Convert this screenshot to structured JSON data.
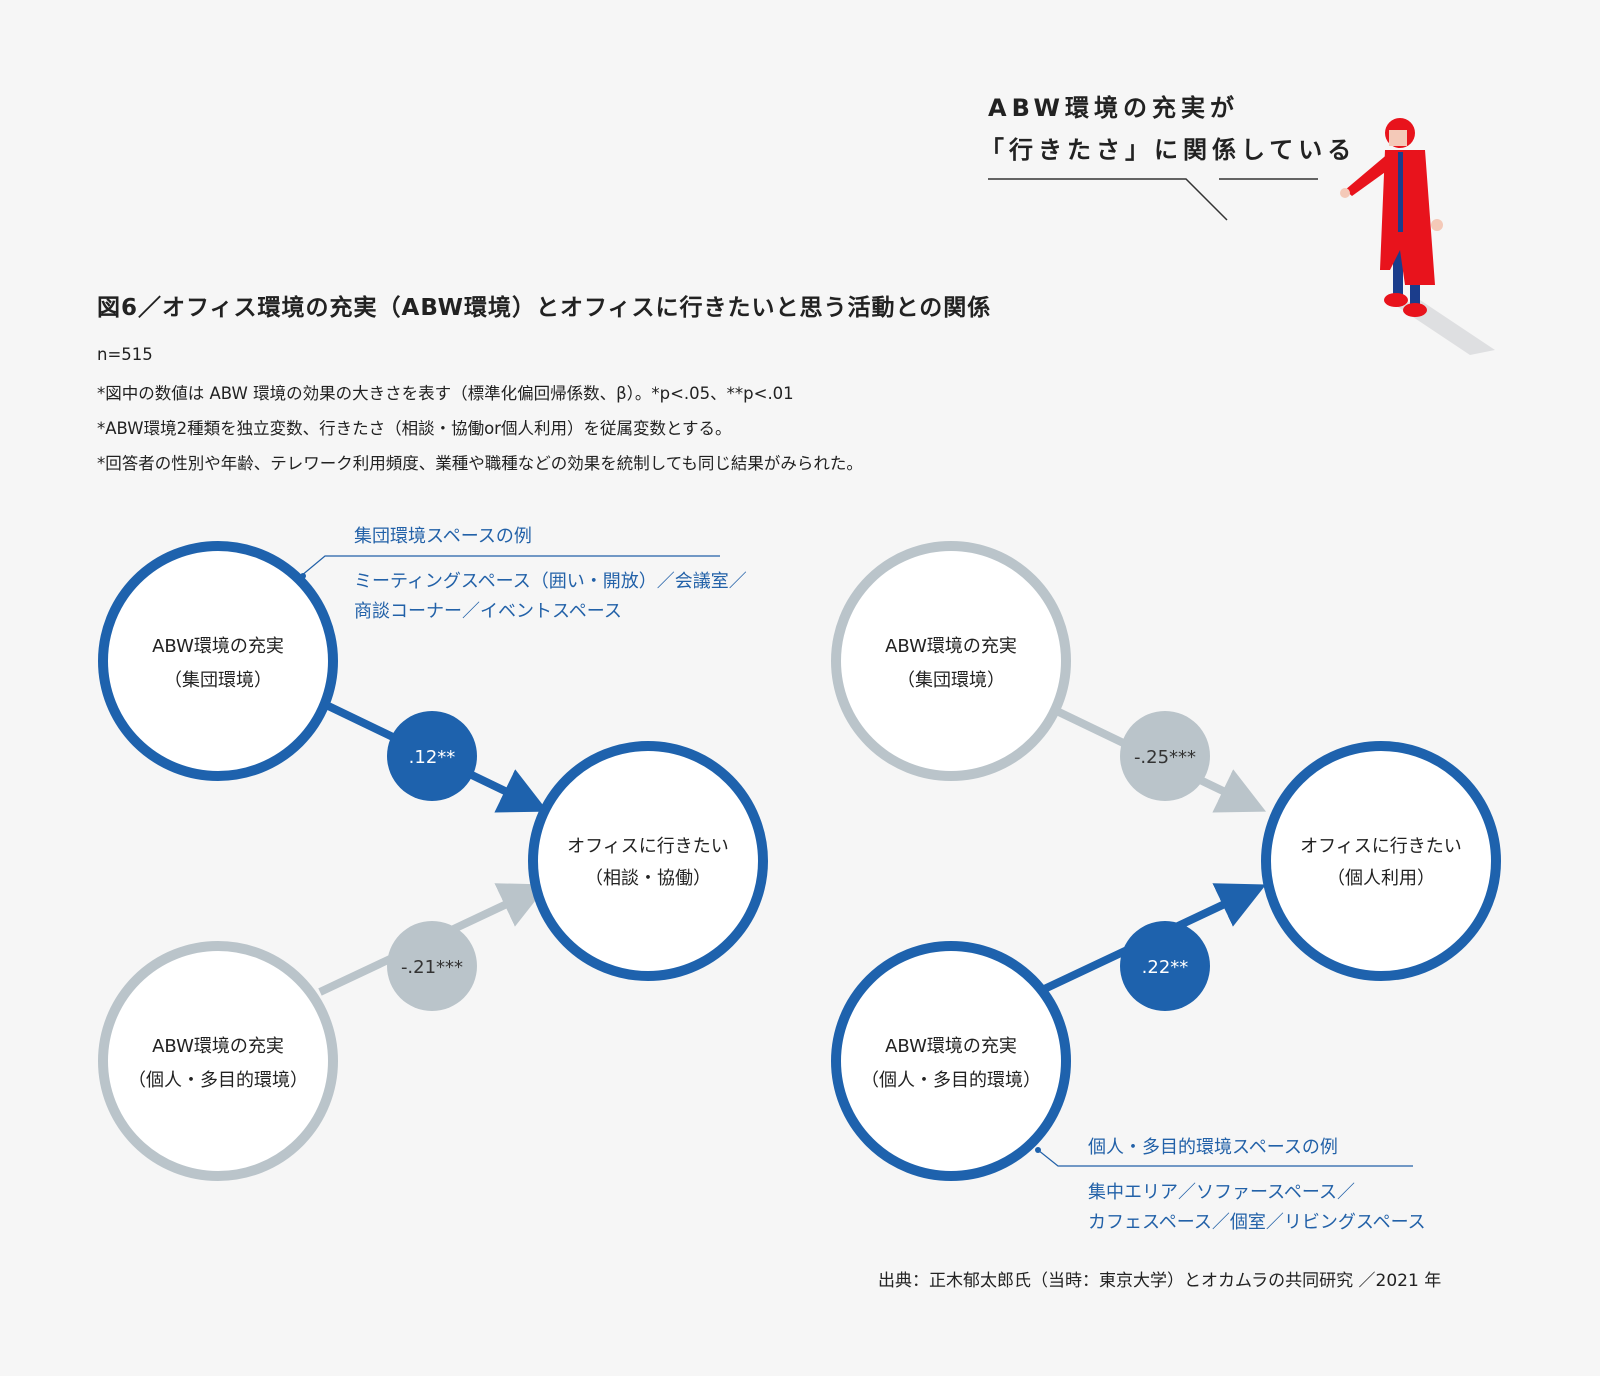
{
  "headline": {
    "line1": "ABW環境の充実が",
    "line2": "「行きたさ」に関係している"
  },
  "title": "図6／オフィス環境の充実（ABW環境）とオフィスに行きたいと思う活動との関係",
  "notes": [
    "n=515",
    "*図中の数値は ABW 環境の効果の大きさを表す（標準化偏回帰係数、β）。*p<.05、**p<.01",
    "*ABW環境2種類を独立変数、行きたさ（相談・協働or個人利用）を従属変数とする。",
    "*回答者の性別や年齢、テレワーク利用頻度、業種や職種などの効果を統制しても同じ結果がみられた。"
  ],
  "left_diagram": {
    "group_node": {
      "line1": "ABW環境の充実",
      "line2": "（集団環境）"
    },
    "individual_node": {
      "line1": "ABW環境の充実",
      "line2": "（個人・多目的環境）"
    },
    "target_node": {
      "line1": "オフィスに行きたい",
      "line2": "（相談・協働）"
    },
    "group_coef": ".12**",
    "individual_coef": "-.21***",
    "callout": {
      "title": "集団環境スペースの例",
      "line1": "ミーティングスペース（囲い・開放）／会議室／",
      "line2": "商談コーナー／イベントスペース"
    }
  },
  "right_diagram": {
    "group_node": {
      "line1": "ABW環境の充実",
      "line2": "（集団環境）"
    },
    "individual_node": {
      "line1": "ABW環境の充実",
      "line2": "（個人・多目的環境）"
    },
    "target_node": {
      "line1": "オフィスに行きたい",
      "line2": "（個人利用）"
    },
    "group_coef": "-.25***",
    "individual_coef": ".22**",
    "callout": {
      "title": "個人・多目的環境スペースの例",
      "line1": "集中エリア／ソファースペース／",
      "line2": "カフェスペース／個室／リビングスペース"
    }
  },
  "source": "出典：正木郁太郎氏（当時：東京大学）とオカムラの共同研究 ／2021 年",
  "colors": {
    "blue": "#1e62ad",
    "gray": "#bac4ca",
    "red": "#e8131c",
    "background": "#f6f6f6"
  }
}
